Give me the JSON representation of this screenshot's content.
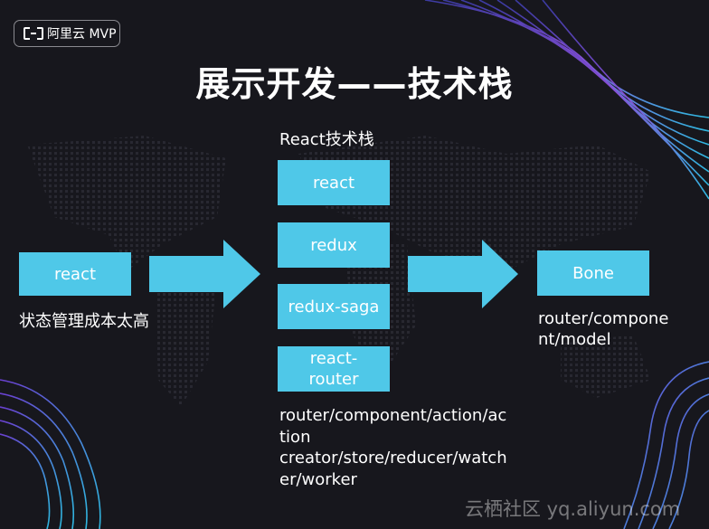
{
  "badge": {
    "text": "阿里云 MVP",
    "icon": "aliyun-logo-icon"
  },
  "title": "展示开发——技术栈",
  "left": {
    "box_label": "react",
    "caption": "状态管理成本太高"
  },
  "middle": {
    "heading": "React技术栈",
    "boxes": [
      "react",
      "redux",
      "redux-saga",
      "react-\nrouter"
    ],
    "caption": "router/component/action/ac\ntion\ncreator/store/reducer/watch\ner/worker"
  },
  "right": {
    "box_label": "Bone",
    "caption": "router/compone\nnt/model"
  },
  "watermark": "云栖社区 yq.aliyun.com",
  "colors": {
    "box": "#4fc8e8",
    "background": "#17171d",
    "accent_wave": "#7d4fd8"
  }
}
